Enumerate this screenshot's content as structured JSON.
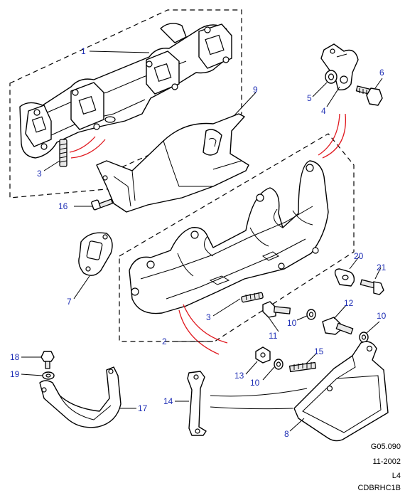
{
  "callouts": {
    "c1": "1",
    "c2": "2",
    "c3a": "3",
    "c3b": "3",
    "c4": "4",
    "c5": "5",
    "c6": "6",
    "c7": "7",
    "c8": "8",
    "c9": "9",
    "c10a": "10",
    "c10b": "10",
    "c10c": "10",
    "c11": "11",
    "c12": "12",
    "c13": "13",
    "c14": "14",
    "c15": "15",
    "c16": "16",
    "c17": "17",
    "c18": "18",
    "c19": "19",
    "c20": "20",
    "c21": "21"
  },
  "reference": {
    "figure_code": "G05.090",
    "date": "11-2002",
    "variant": "L4",
    "drawing_id": "CDBRHC1B"
  },
  "colors": {
    "callout": "#1f2fb5",
    "arc": "#e0191f",
    "line": "#000000"
  }
}
